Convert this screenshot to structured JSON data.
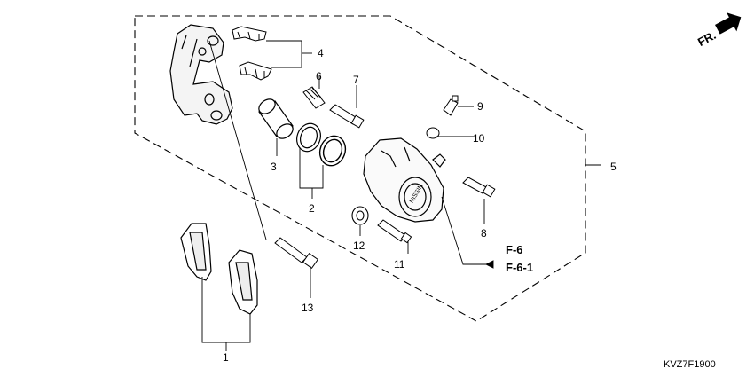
{
  "direction_label": "FR.",
  "callouts": {
    "p1": "1",
    "p2": "2",
    "p3": "3",
    "p4": "4",
    "p5": "5",
    "p6": "6",
    "p7": "7",
    "p8": "8",
    "p9": "9",
    "p10": "10",
    "p11": "11",
    "p12": "12",
    "p13": "13"
  },
  "refs": [
    "F-6",
    "F-6-1"
  ],
  "diagram_code": "KVZ7F1900"
}
